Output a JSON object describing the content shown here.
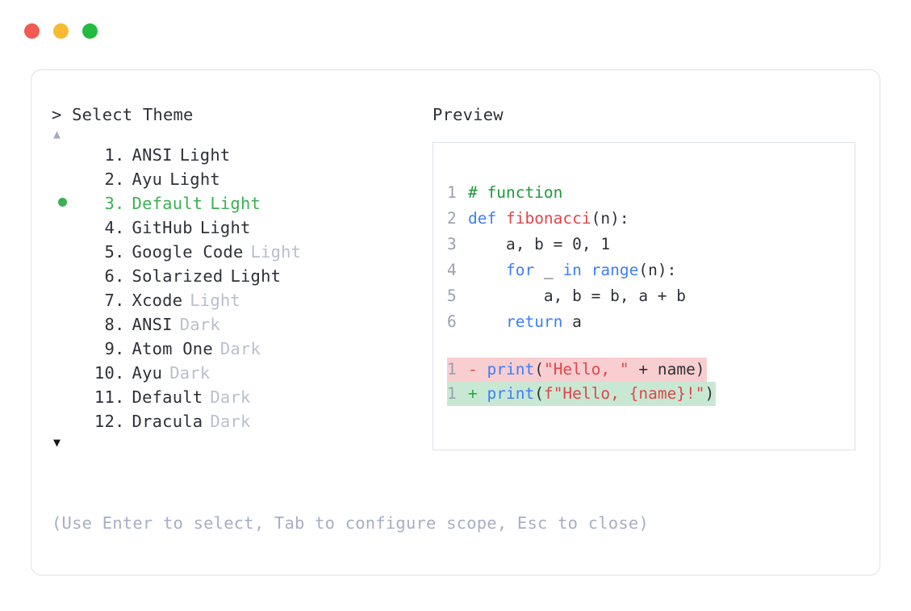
{
  "window": {
    "dots": [
      {
        "name": "close",
        "color": "#f25a53"
      },
      {
        "name": "minimize",
        "color": "#f7ba31"
      },
      {
        "name": "maximize",
        "color": "#23bb3f"
      }
    ]
  },
  "selector": {
    "prompt": "> Select Theme",
    "scroll_up": "▲",
    "scroll_down": "▼",
    "selected_index": 3,
    "accent_color": "#3cb054",
    "muted_color": "#b9bfcd",
    "items": [
      {
        "index": "1",
        "name": "ANSI",
        "variant": "Light",
        "variant_muted": false,
        "selected": false
      },
      {
        "index": "2",
        "name": "Ayu",
        "variant": "Light",
        "variant_muted": false,
        "selected": false
      },
      {
        "index": "3",
        "name": "Default",
        "variant": "Light",
        "variant_muted": false,
        "selected": true
      },
      {
        "index": "4",
        "name": "GitHub",
        "variant": "Light",
        "variant_muted": false,
        "selected": false
      },
      {
        "index": "5",
        "name": "Google Code",
        "variant": "Light",
        "variant_muted": true,
        "selected": false
      },
      {
        "index": "6",
        "name": "Solarized",
        "variant": "Light",
        "variant_muted": false,
        "selected": false
      },
      {
        "index": "7",
        "name": "Xcode",
        "variant": "Light",
        "variant_muted": true,
        "selected": false
      },
      {
        "index": "8",
        "name": "ANSI",
        "variant": "Dark",
        "variant_muted": true,
        "selected": false
      },
      {
        "index": "9",
        "name": "Atom One",
        "variant": "Dark",
        "variant_muted": true,
        "selected": false
      },
      {
        "index": "10",
        "name": "Ayu",
        "variant": "Dark",
        "variant_muted": true,
        "selected": false
      },
      {
        "index": "11",
        "name": "Default",
        "variant": "Dark",
        "variant_muted": true,
        "selected": false
      },
      {
        "index": "12",
        "name": "Dracula",
        "variant": "Dark",
        "variant_muted": true,
        "selected": false
      }
    ]
  },
  "preview": {
    "label": "Preview",
    "code_lines": [
      {
        "number": "1",
        "tokens": [
          {
            "t": "# function",
            "c": "comment"
          }
        ]
      },
      {
        "number": "2",
        "tokens": [
          {
            "t": "def ",
            "c": "kw"
          },
          {
            "t": "fibonacci",
            "c": "fn"
          },
          {
            "t": "(n):",
            "c": "punc"
          }
        ]
      },
      {
        "number": "3",
        "tokens": [
          {
            "t": "    a, b = 0, 1",
            "c": "plain"
          }
        ]
      },
      {
        "number": "4",
        "tokens": [
          {
            "t": "    ",
            "c": "plain"
          },
          {
            "t": "for",
            "c": "kw"
          },
          {
            "t": " _ ",
            "c": "plain"
          },
          {
            "t": "in",
            "c": "kw"
          },
          {
            "t": " ",
            "c": "plain"
          },
          {
            "t": "range",
            "c": "kw"
          },
          {
            "t": "(n):",
            "c": "punc"
          }
        ]
      },
      {
        "number": "5",
        "tokens": [
          {
            "t": "        a, b = b, a + b",
            "c": "plain"
          }
        ]
      },
      {
        "number": "6",
        "tokens": [
          {
            "t": "    ",
            "c": "plain"
          },
          {
            "t": "return",
            "c": "kw"
          },
          {
            "t": " a",
            "c": "plain"
          }
        ]
      }
    ],
    "diff_lines": [
      {
        "number": "1",
        "kind": "del",
        "sign": "-",
        "tokens": [
          {
            "t": "print",
            "c": "kw"
          },
          {
            "t": "(",
            "c": "punc"
          },
          {
            "t": "\"Hello, \"",
            "c": "str"
          },
          {
            "t": " + name)",
            "c": "plain"
          }
        ]
      },
      {
        "number": "1",
        "kind": "add",
        "sign": "+",
        "tokens": [
          {
            "t": "print",
            "c": "kw"
          },
          {
            "t": "(",
            "c": "punc"
          },
          {
            "t": "f\"Hello, {name}!\"",
            "c": "str"
          },
          {
            "t": ")",
            "c": "punc"
          }
        ]
      }
    ]
  },
  "footer": {
    "hint": "(Use Enter to select, Tab to configure scope, Esc to close)"
  }
}
